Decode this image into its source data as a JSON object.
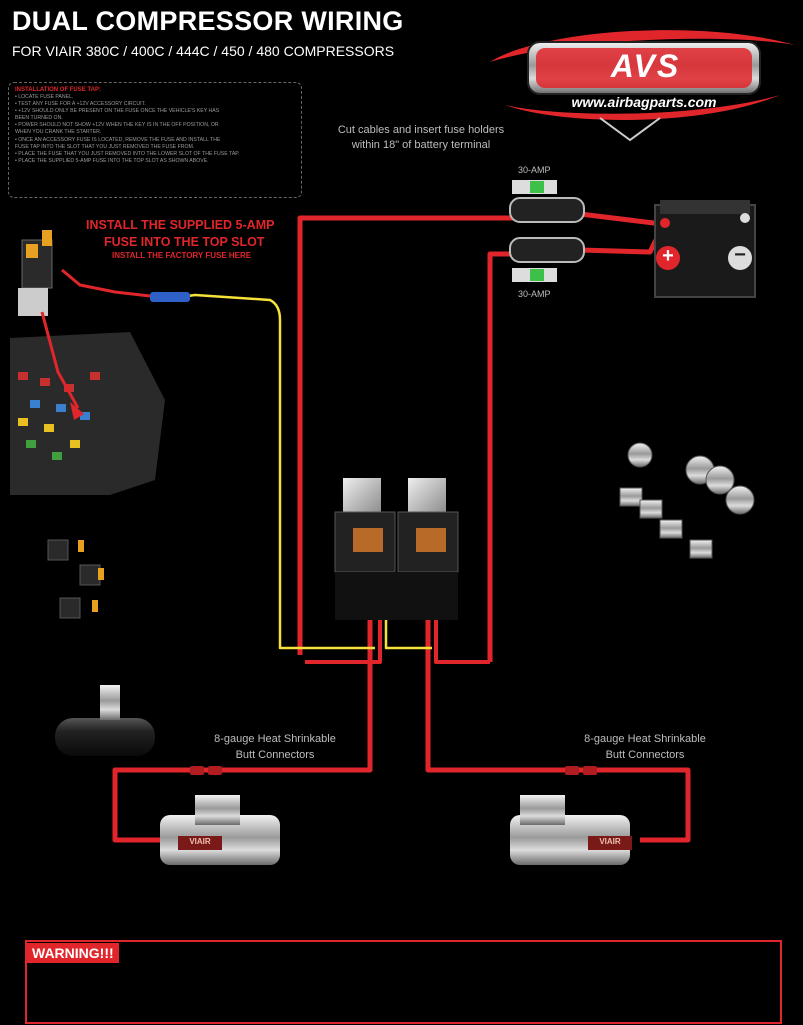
{
  "header": {
    "title": "DUAL COMPRESSOR WIRING",
    "subtitle": "FOR VIAIR 380C / 400C / 444C / 450 / 480 COMPRESSORS"
  },
  "logo": {
    "brand": "AVS",
    "url": "www.airbagparts.com"
  },
  "instructions": {
    "title": "INSTALLATION OF FUSE TAP:",
    "steps": [
      "• LOCATE FUSE PANEL.",
      "• TEST ANY FUSE FOR A +12V ACCESSORY CIRCUIT.",
      "• +12V SHOULD ONLY BE PRESENT ON THE FUSE ONCE THE VEHICLE'S KEY HAS",
      "   BEEN TURNED ON.",
      "• POWER SHOULD NOT SHOW +12V WHEN THE KEY IS IN THE OFF POSITION, OR",
      "   WHEN YOU CRANK THE STARTER.",
      "• ONCE AN ACCESSORY FUSE IS LOCATED, REMOVE THE FUSE AND INSTALL THE",
      "   FUSE TAP INTO THE SLOT THAT YOU JUST REMOVED THE FUSE FROM.",
      "• PLACE THE FUSE THAT YOU JUST REMOVED INTO THE LOWER SLOT OF THE FUSE TAP.",
      "• PLACE THE SUPPLIED 5-AMP FUSE INTO THE TOP SLOT AS SHOWN ABOVE."
    ]
  },
  "fuse_tap": {
    "note_line1": "INSTALL THE SUPPLIED 5-AMP",
    "note_line2": "FUSE INTO THE TOP SLOT",
    "note_line3": "INSTALL THE FACTORY FUSE HERE"
  },
  "battery_note": {
    "line1": "Cut cables and insert fuse holders",
    "line2": "within 18\" of battery terminal"
  },
  "fuses": {
    "top_label": "30-AMP",
    "bottom_label": "30-AMP"
  },
  "connectors": {
    "left_line1": "8-gauge Heat Shrinkable",
    "left_line2": "Butt Connectors",
    "right_line1": "8-gauge Heat Shrinkable",
    "right_line2": "Butt Connectors"
  },
  "compressor_brand": "VIAIR",
  "battery": {
    "plus": "+",
    "minus": "−"
  },
  "warning": {
    "label": "WARNING!!!"
  },
  "colors": {
    "wire_red": "#e1262b",
    "wire_yellow": "#f5e13a",
    "accent": "#e1262b",
    "background": "#000000"
  }
}
